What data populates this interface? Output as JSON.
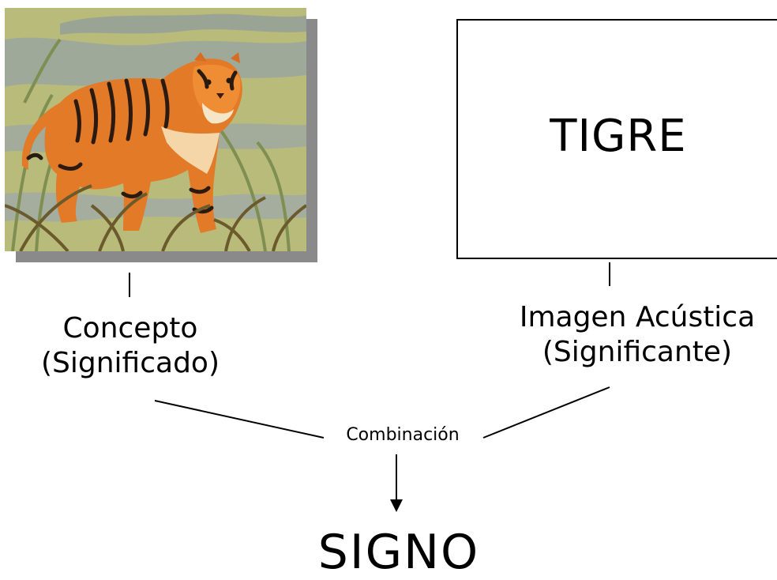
{
  "image": {
    "icon": "tiger-clipart-icon"
  },
  "word_box": {
    "text": "TIGRE"
  },
  "concepto": {
    "line1": "Concepto",
    "line2": "(Significado)"
  },
  "imagen_acustica": {
    "line1": "Imagen Acústica",
    "line2": "(Significante)"
  },
  "combinacion": "Combinación",
  "signo": "SIGNO"
}
